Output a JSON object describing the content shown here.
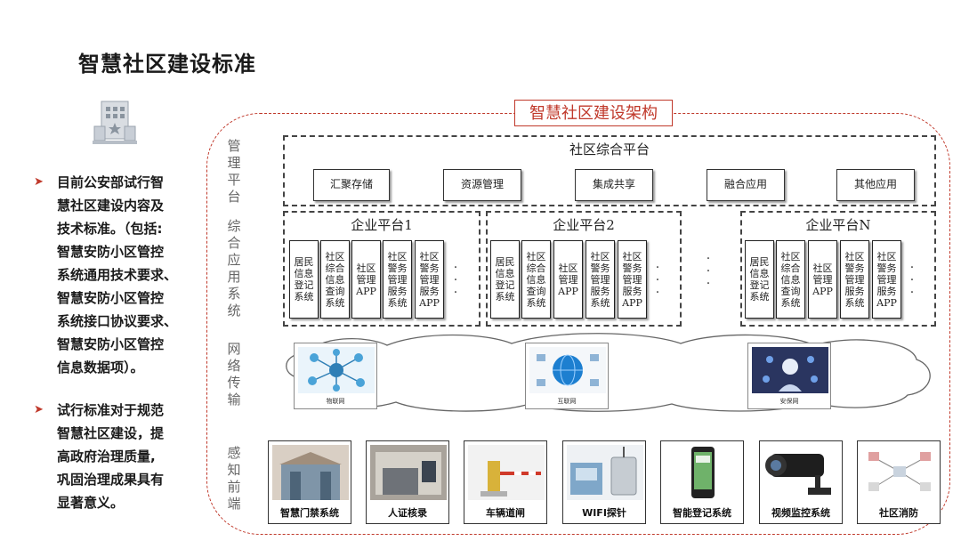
{
  "page": {
    "title": "智慧社区建设标准",
    "bullets": [
      {
        "lines": [
          "目前公安部试行智",
          "慧社区建设内容及",
          "技术标准。（包括:",
          "智慧安防小区管控",
          "系统通用技术要求、",
          "智慧安防小区管控",
          "系统接口协议要求、",
          "智慧安防小区管控",
          "信息数据项）。"
        ]
      },
      {
        "lines": [
          "试行标准对于规范",
          "智慧社区建设，提",
          "高政府治理质量,",
          "巩固治理成果具有",
          "显著意义。"
        ]
      }
    ]
  },
  "diagram": {
    "title": "智慧社区建设架构",
    "layer_labels": {
      "management": [
        "管",
        "理",
        "平",
        "台"
      ],
      "application": [
        "综",
        "合",
        "应",
        "用",
        "系",
        "统"
      ],
      "network": [
        "网",
        "络",
        "传",
        "输"
      ],
      "sensing": [
        "感",
        "知",
        "前",
        "端"
      ]
    },
    "community_platform": {
      "title": "社区综合平台",
      "services": [
        "汇聚存储",
        "资源管理",
        "集成共享",
        "融合应用",
        "其他应用"
      ]
    },
    "enterprise_platforms": [
      {
        "title": "企业平台1",
        "systems": [
          "居民\n信息\n登记\n系统",
          "社区\n综合\n信息\n查询\n系统",
          "社区\n管理\nAPP",
          "社区\n警务\n管理\n服务\n系统",
          "社区\n警务\n管理\n服务\nAPP"
        ]
      },
      {
        "title": "企业平台2",
        "systems": [
          "居民\n信息\n登记\n系统",
          "社区\n综合\n信息\n查询\n系统",
          "社区\n管理\nAPP",
          "社区\n警务\n管理\n服务\n系统",
          "社区\n警务\n管理\n服务\nAPP"
        ]
      },
      {
        "title": "企业平台N",
        "systems": [
          "居民\n信息\n登记\n系统",
          "社区\n综合\n信息\n查询\n系统",
          "社区\n管理\nAPP",
          "社区\n警务\n管理\n服务\n系统",
          "社区\n警务\n管理\n服务\nAPP"
        ]
      }
    ],
    "networks": [
      "物联网",
      "互联网",
      "安保网"
    ],
    "devices": [
      "智慧门禁系统",
      "人证核录",
      "车辆道闸",
      "WIFI探针",
      "智能登记系统",
      "视频监控系统",
      "社区消防"
    ],
    "colors": {
      "accent": "#c0392b",
      "dashed": "#444444"
    }
  }
}
